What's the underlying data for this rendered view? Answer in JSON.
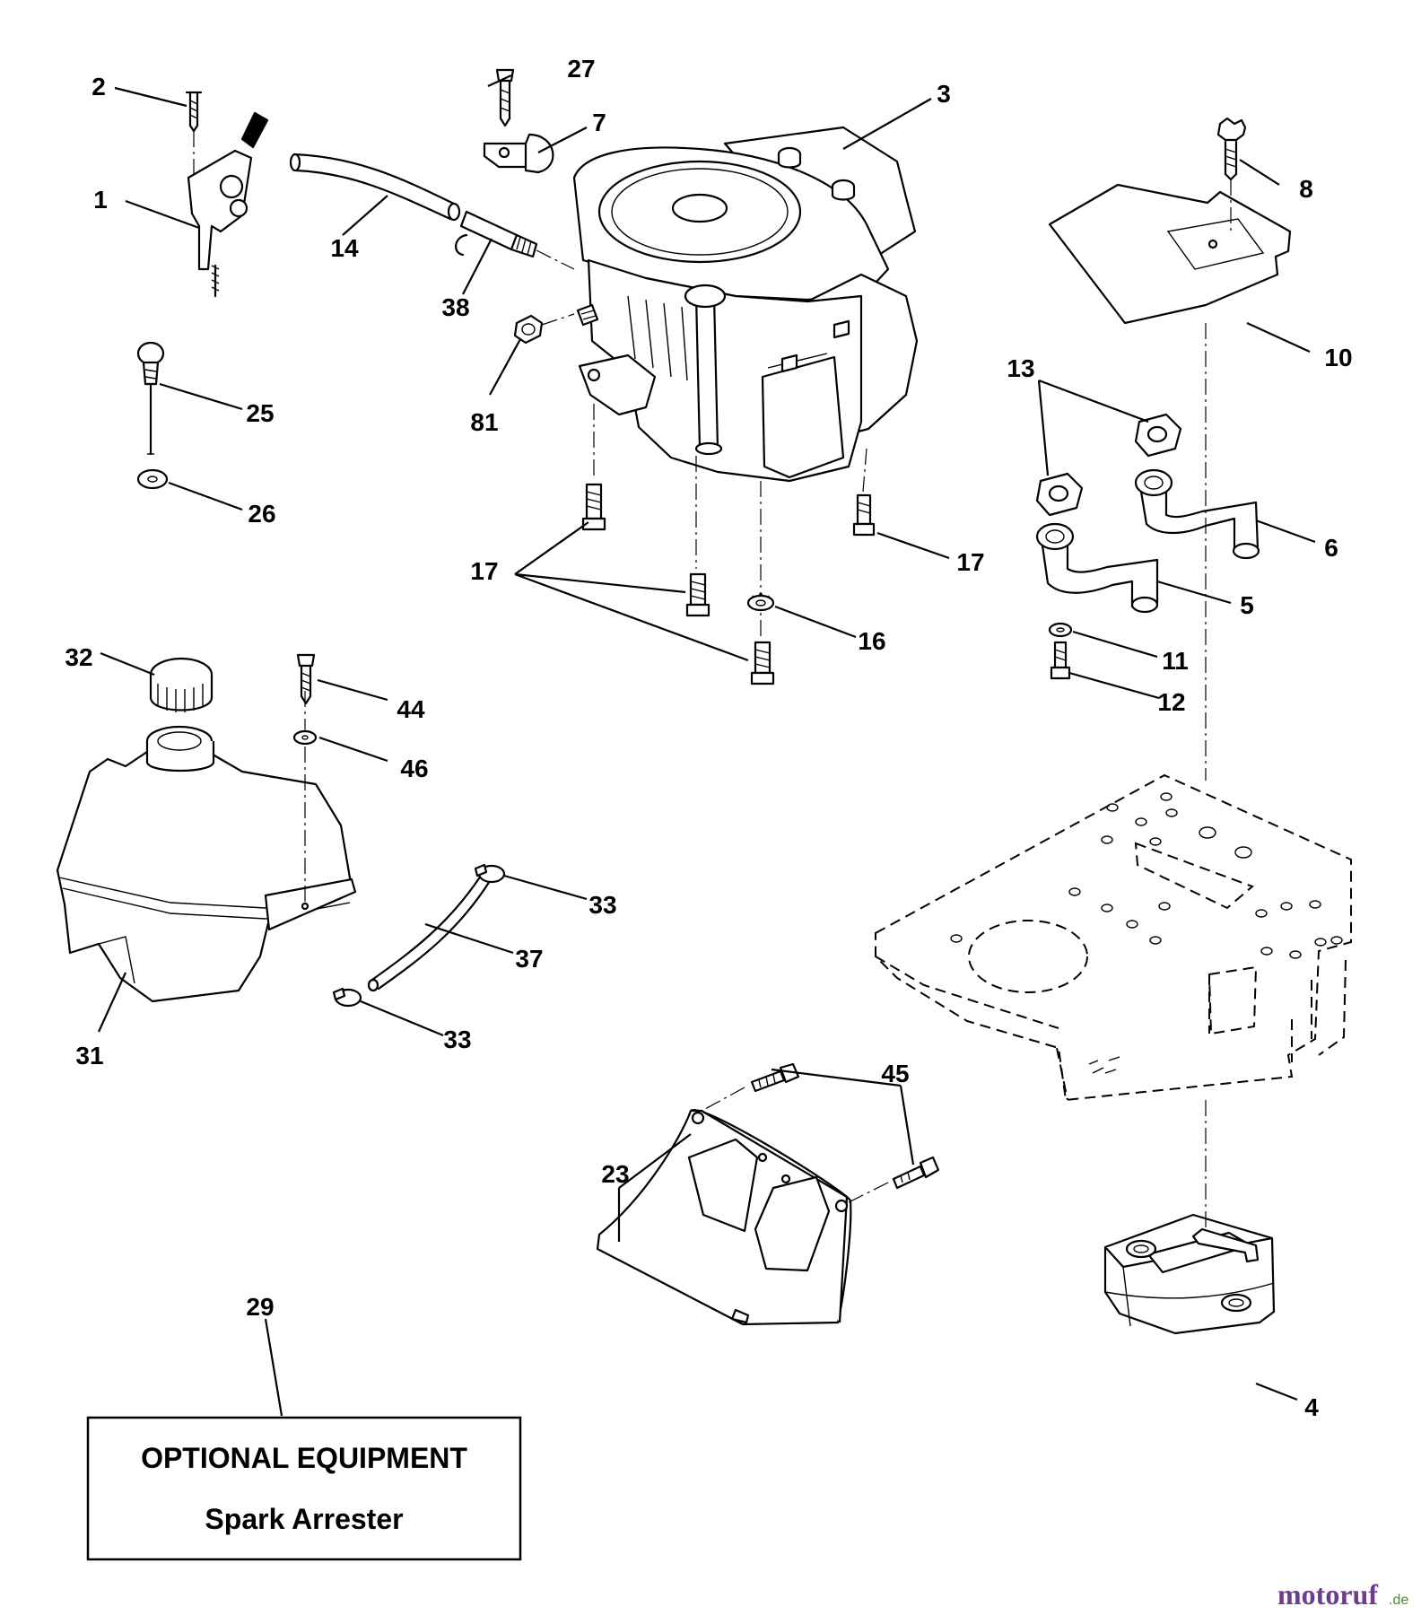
{
  "callouts": {
    "c1": "1",
    "c2": "2",
    "c3": "3",
    "c4": "4",
    "c5": "5",
    "c6": "6",
    "c7": "7",
    "c8": "8",
    "c10": "10",
    "c11": "11",
    "c12": "12",
    "c13": "13",
    "c14": "14",
    "c16": "16",
    "c17a": "17",
    "c17b": "17",
    "c23": "23",
    "c25": "25",
    "c26": "26",
    "c27": "27",
    "c29": "29",
    "c31": "31",
    "c32": "32",
    "c33a": "33",
    "c33b": "33",
    "c37": "37",
    "c38": "38",
    "c44": "44",
    "c45": "45",
    "c46": "46",
    "c81": "81"
  },
  "optional_box": {
    "title": "OPTIONAL EQUIPMENT",
    "subtitle": "Spark Arrester"
  },
  "watermark": {
    "brand": "motoruf",
    "suffix": ".de"
  },
  "colors": {
    "ink": "#000000",
    "paper": "#ffffff",
    "watermark_purple": "#6a3d8f",
    "watermark_green": "#4f8a2b"
  }
}
